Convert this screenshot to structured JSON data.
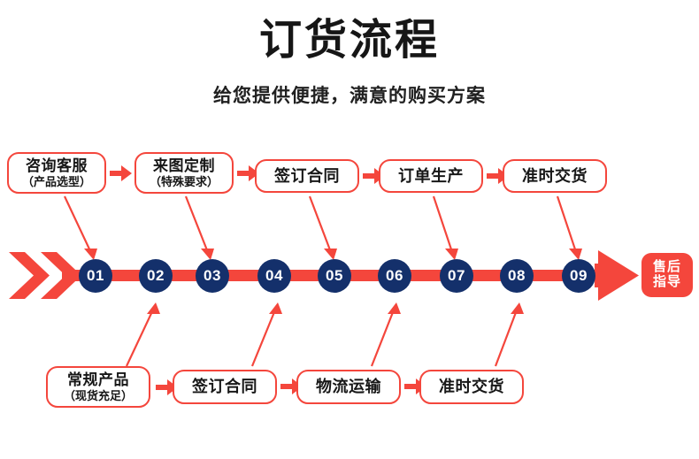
{
  "header": {
    "title": "订货流程",
    "subtitle": "给您提供便捷，满意的购买方案"
  },
  "colors": {
    "red": "#f4463c",
    "navy": "#14306b",
    "text": "#171717",
    "background": "#ffffff"
  },
  "top_row": [
    {
      "line1": "咨询客服",
      "line2": "（产品选型）"
    },
    {
      "line1": "来图定制",
      "line2": "（特殊要求）"
    },
    {
      "line1": "签订合同",
      "line2": ""
    },
    {
      "line1": "订单生产",
      "line2": ""
    },
    {
      "line1": "准时交货",
      "line2": ""
    }
  ],
  "bottom_row": [
    {
      "line1": "常规产品",
      "line2": "（现货充足）"
    },
    {
      "line1": "签订合同",
      "line2": ""
    },
    {
      "line1": "物流运输",
      "line2": ""
    },
    {
      "line1": "准时交货",
      "line2": ""
    }
  ],
  "steps": [
    {
      "number": "01"
    },
    {
      "number": "02"
    },
    {
      "number": "03"
    },
    {
      "number": "04"
    },
    {
      "number": "05"
    },
    {
      "number": "06"
    },
    {
      "number": "07"
    },
    {
      "number": "08"
    },
    {
      "number": "09"
    }
  ],
  "end_badge": {
    "line1": "售后",
    "line2": "指导"
  }
}
